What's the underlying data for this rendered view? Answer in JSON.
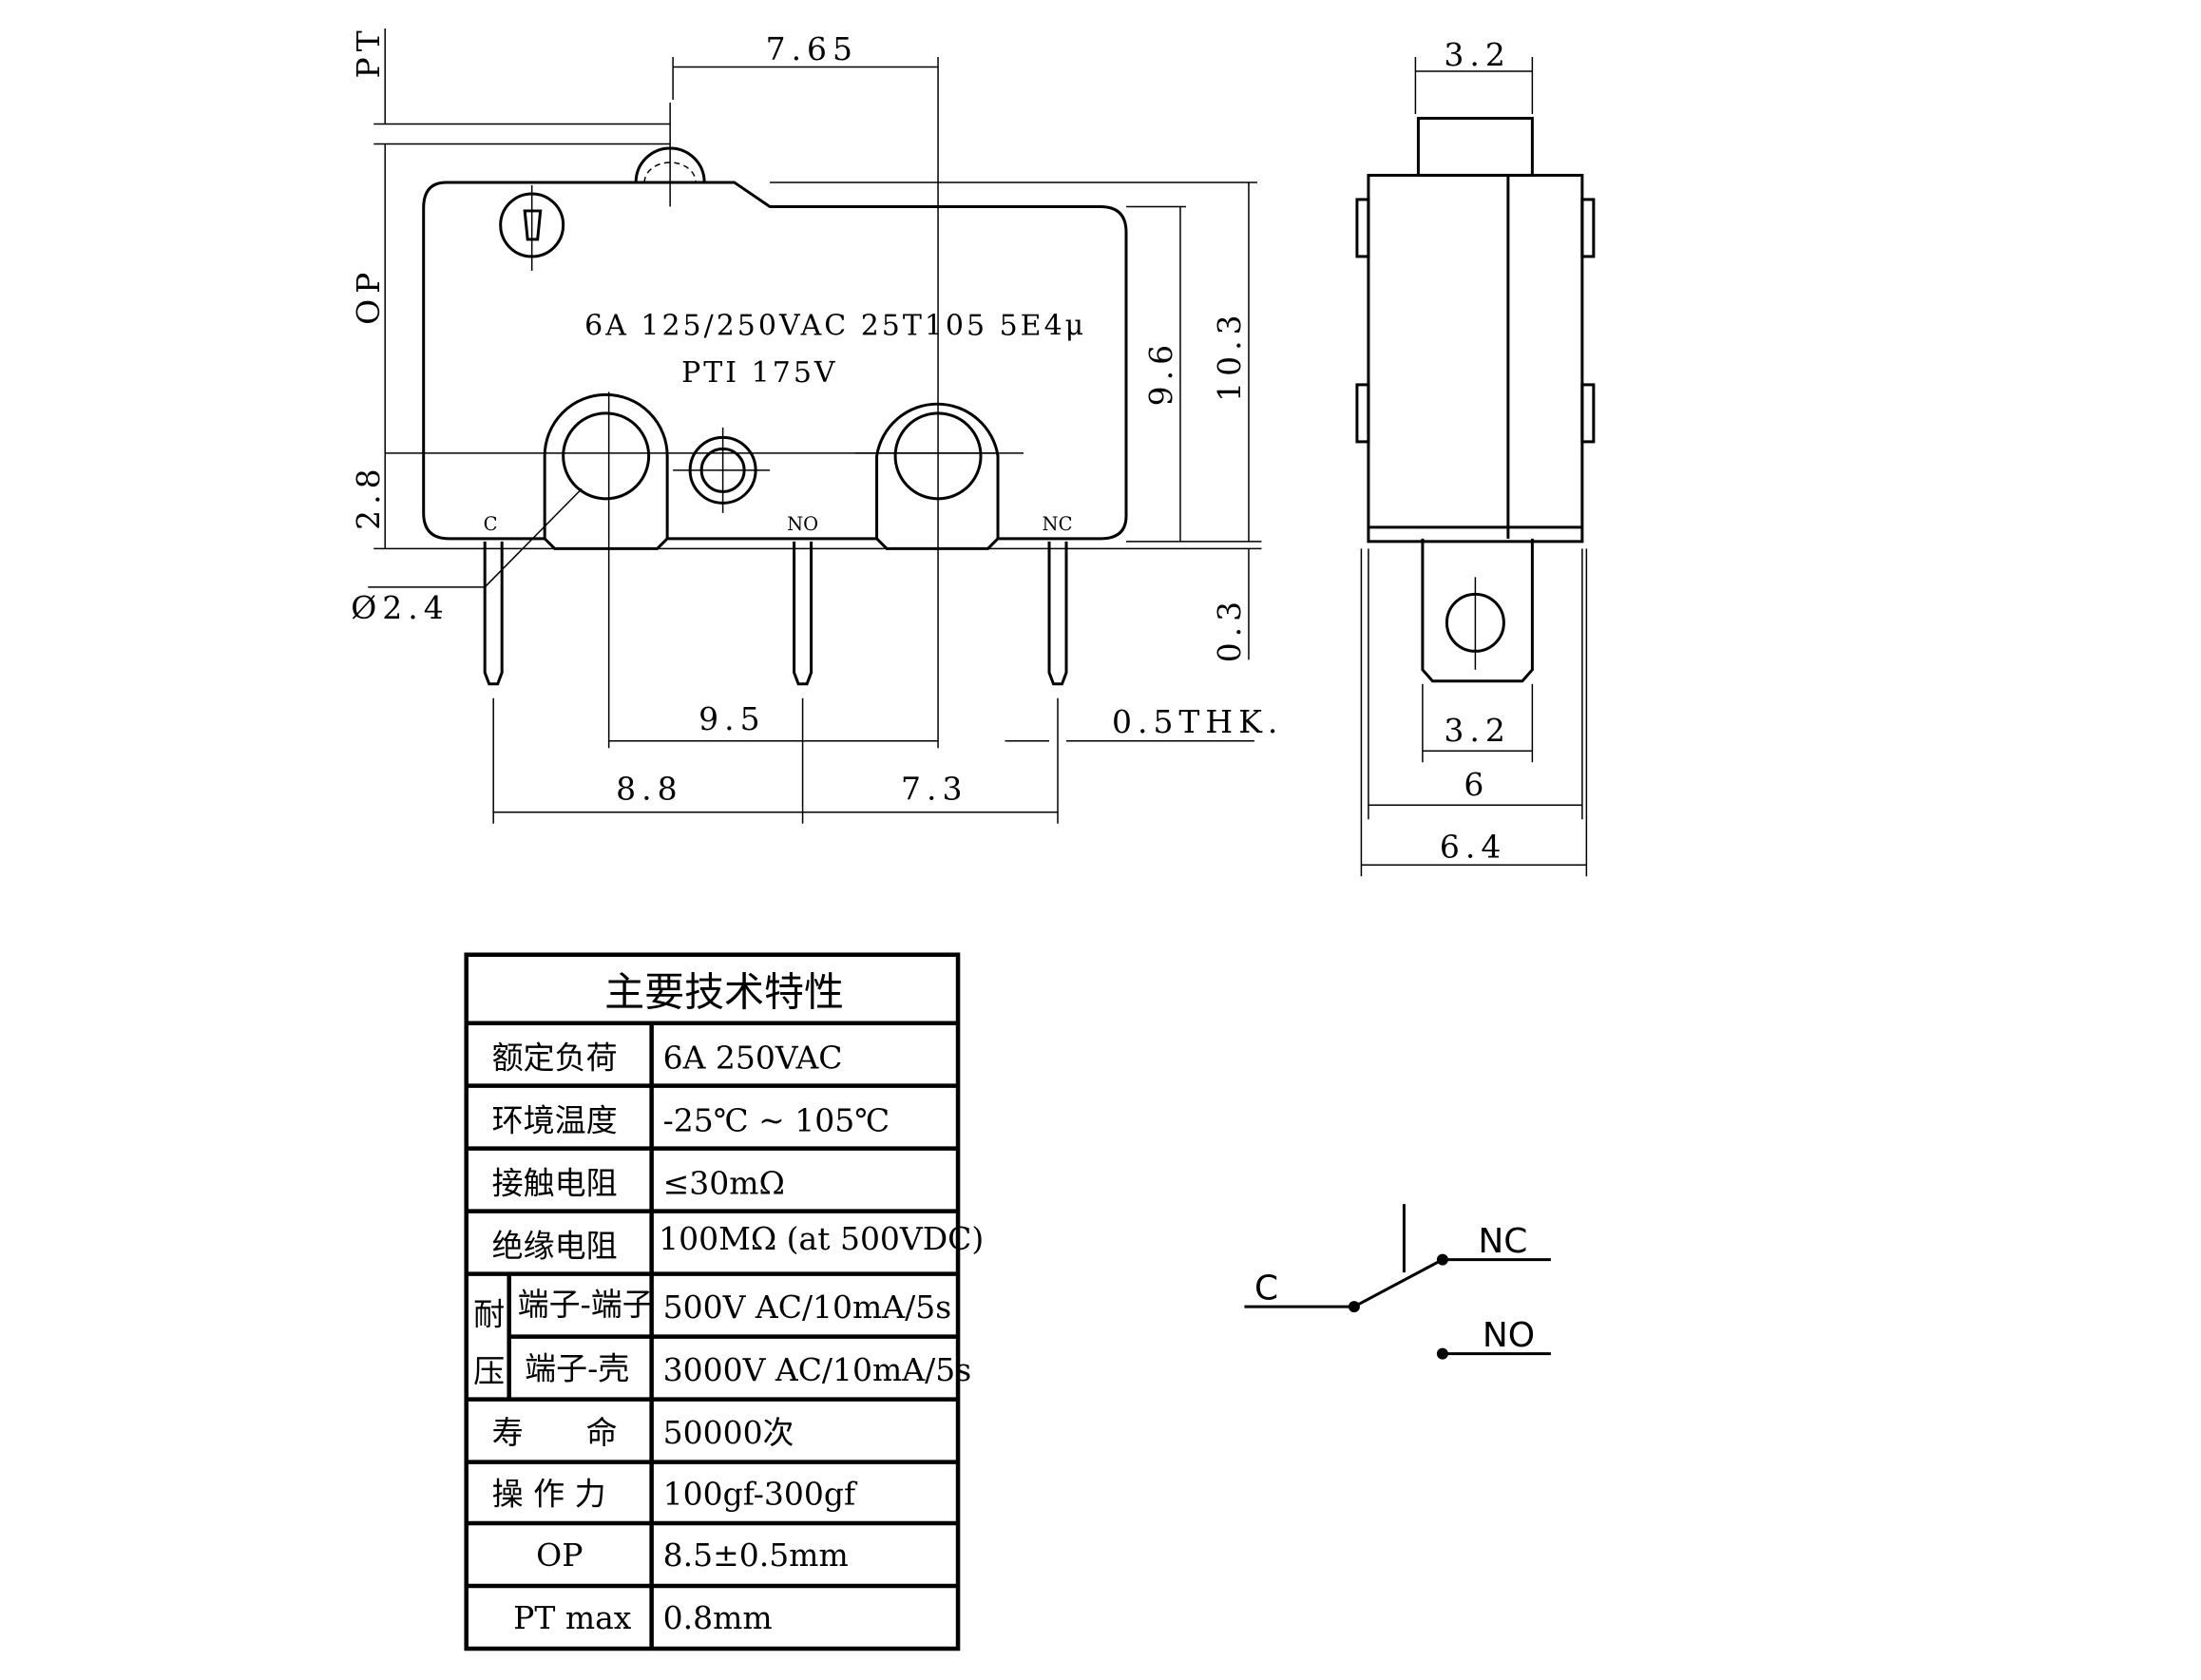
{
  "front_view": {
    "marking_line1": "6A 125/250VAC 25T105 5E4μ",
    "marking_line2": "PTI 175V",
    "terminals": [
      "C",
      "NO",
      "NC"
    ],
    "dimensions": {
      "pt": "PT",
      "op": "OP",
      "d_2_8": "2.8",
      "hole_dia": "Ø2.4",
      "d_7_65": "7.65",
      "d_9_6": "9.6",
      "d_10_3": "10.3",
      "d_0_3": "0.3",
      "d_9_5": "9.5",
      "thk": "0.5THK.",
      "d_8_8": "8.8",
      "d_7_3": "7.3"
    }
  },
  "side_view": {
    "dimensions": {
      "top_3_2": "3.2",
      "bottom_3_2": "3.2",
      "d_6": "6",
      "d_6_4": "6.4"
    }
  },
  "spec_table": {
    "title": "主要技术特性",
    "rows": [
      {
        "label": "额定负荷",
        "value": "6A 250VAC"
      },
      {
        "label": "环境温度",
        "value": "-25℃ ~ 105℃"
      },
      {
        "label": "接触电阻",
        "value": "≤30mΩ"
      },
      {
        "label": "绝缘电阻",
        "value": "100MΩ (at 500VDC)"
      },
      {
        "group": "耐压",
        "label": "端子-端子",
        "value": "500V AC/10mA/5s"
      },
      {
        "group": "耐压",
        "label": "端子-壳",
        "value": "3000V AC/10mA/5s"
      },
      {
        "label": "寿　　命",
        "value": "50000次"
      },
      {
        "label": "操 作 力",
        "value": "100gf-300gf"
      },
      {
        "label": "OP",
        "value": "8.5±0.5mm"
      },
      {
        "label": "PT max",
        "value": "0.8mm"
      }
    ],
    "group_chars": [
      "耐",
      "压"
    ]
  },
  "schematic": {
    "c": "C",
    "nc": "NC",
    "no": "NO"
  }
}
